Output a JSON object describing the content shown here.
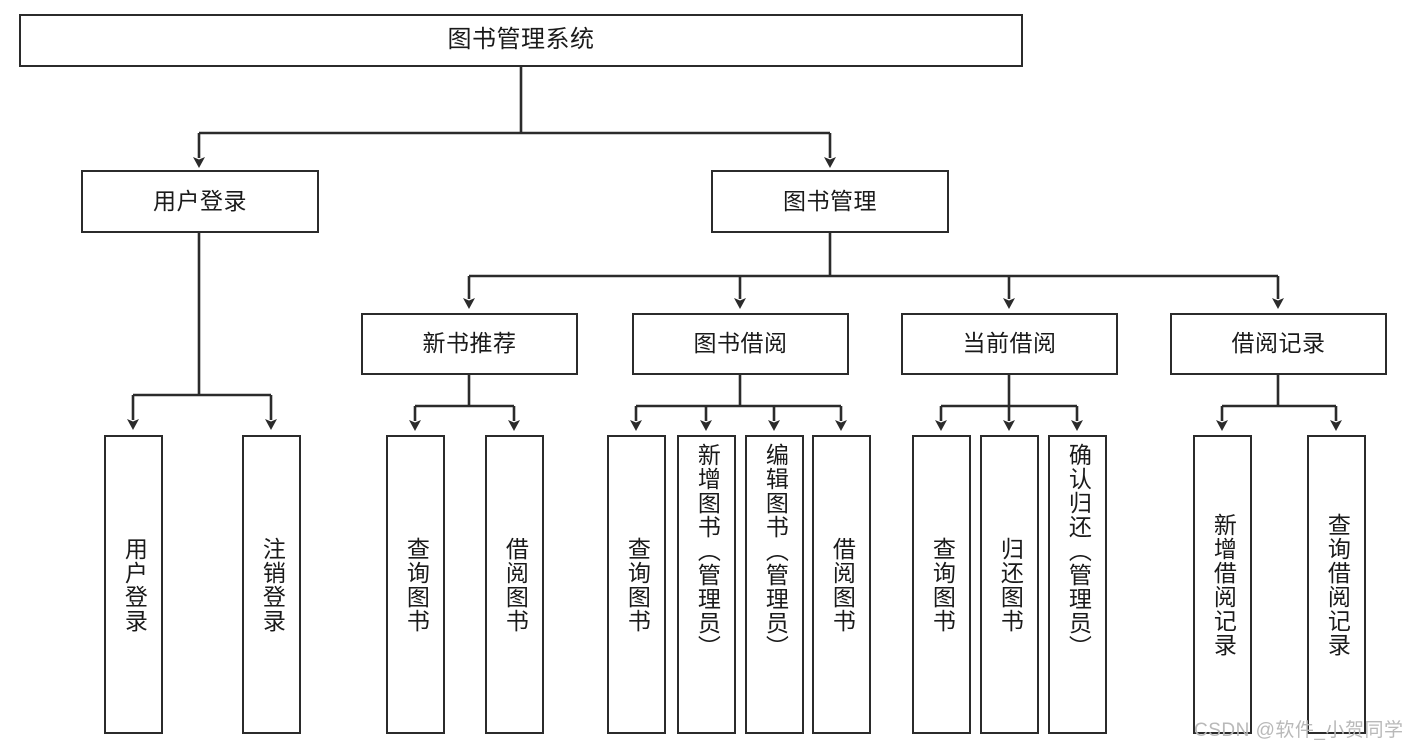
{
  "diagram": {
    "title": "图书管理系统",
    "type": "hierarchy-tree",
    "watermark": "CSDN @软件_小贺同学",
    "colors": {
      "box_border": "#2b2b2b",
      "box_fill": "#ffffff",
      "connector": "#2b2b2b",
      "text": "#1a1a1a",
      "watermark": "#b9b9b9",
      "background": "#ffffff"
    },
    "levels": {
      "root": {
        "label": "图书管理系统"
      },
      "level2": [
        {
          "label": "用户登录"
        },
        {
          "label": "图书管理"
        }
      ],
      "level3": [
        {
          "label": "新书推荐"
        },
        {
          "label": "图书借阅"
        },
        {
          "label": "当前借阅"
        },
        {
          "label": "借阅记录"
        }
      ],
      "leaves": {
        "user_login": [
          {
            "label": "用户登录"
          },
          {
            "label": "注销登录"
          }
        ],
        "new_book_recommend": [
          {
            "label": "查询图书"
          },
          {
            "label": "借阅图书"
          }
        ],
        "book_borrow": [
          {
            "label": "查询图书"
          },
          {
            "label": "新增图书（管理员）"
          },
          {
            "label": "编辑图书（管理员）"
          },
          {
            "label": "借阅图书"
          }
        ],
        "current_borrow": [
          {
            "label": "查询图书"
          },
          {
            "label": "归还图书"
          },
          {
            "label": "确认归还（管理员）"
          }
        ],
        "borrow_record": [
          {
            "label": "新增借阅记录"
          },
          {
            "label": "查询借阅记录"
          }
        ]
      }
    }
  }
}
